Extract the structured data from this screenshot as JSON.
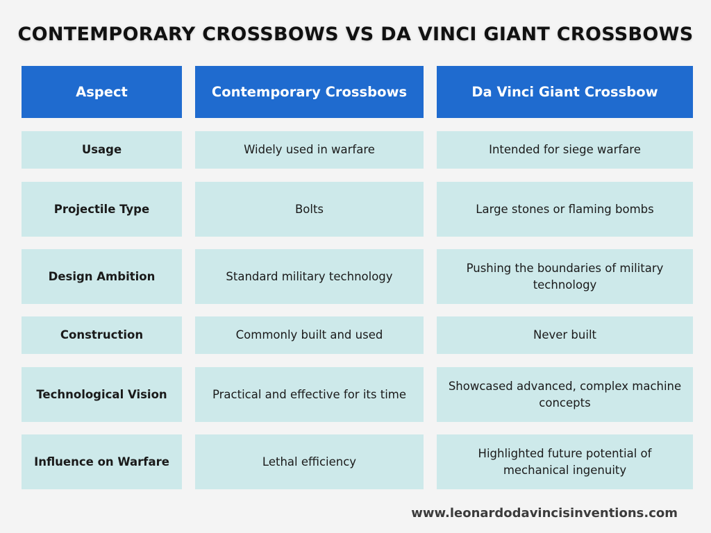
{
  "title": "CONTEMPORARY CROSSBOWS VS DA VINCI GIANT CROSSBOWS",
  "colors": {
    "header_bg": "#1f6bcf",
    "cell_bg": "#cde9ea",
    "page_bg": "#f4f4f4"
  },
  "table": {
    "headers": [
      "Aspect",
      "Contemporary Crossbows",
      "Da Vinci Giant Crossbow"
    ],
    "rows": [
      [
        "Usage",
        "Widely used in warfare",
        "Intended for siege warfare"
      ],
      [
        "Projectile Type",
        "Bolts",
        "Large stones or flaming bombs"
      ],
      [
        "Design Ambition",
        "Standard military technology",
        "Pushing the boundaries of military technology"
      ],
      [
        "Construction",
        "Commonly built and used",
        "Never built"
      ],
      [
        "Technological Vision",
        "Practical and effective for its time",
        "Showcased advanced, complex machine concepts"
      ],
      [
        "Influence on Warfare",
        "Lethal efficiency",
        "Highlighted future potential of mechanical ingenuity"
      ]
    ]
  },
  "footer": "www.leonardodavincisinventions.com"
}
